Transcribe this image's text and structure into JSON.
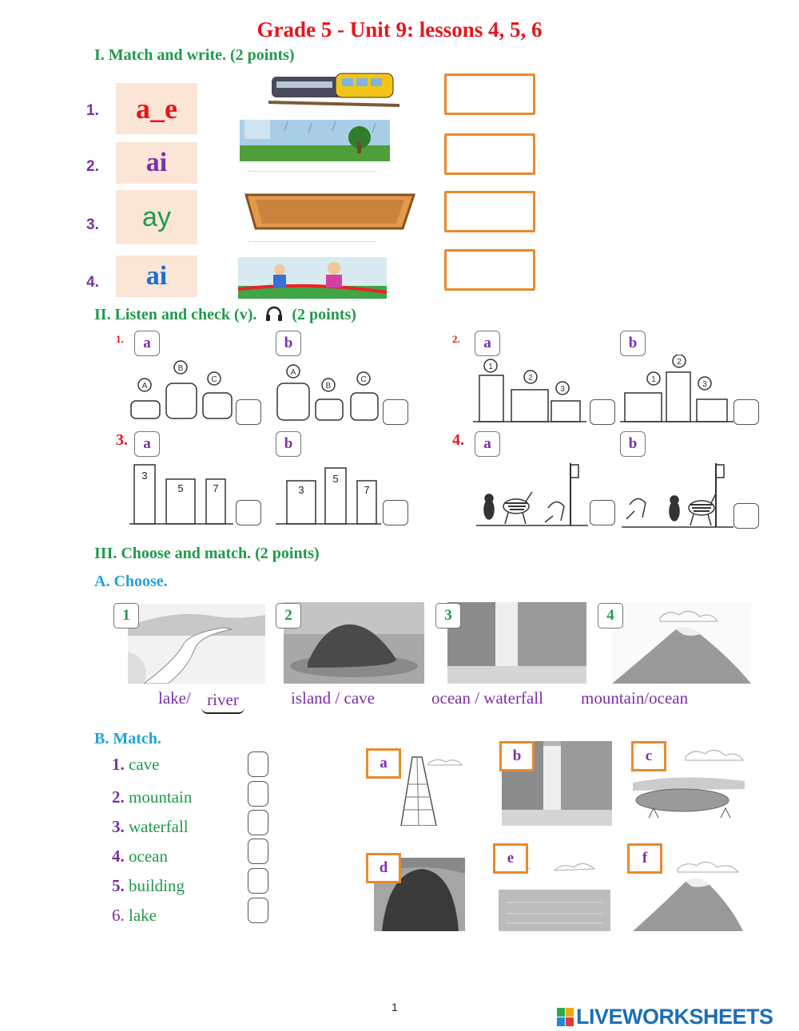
{
  "title": "Grade 5 - Unit 9: lessons 4, 5, 6",
  "section1": {
    "heading": "I. Match and write. (2 points)",
    "rows": [
      {
        "num": "1.",
        "pattern": "a_e",
        "color": "#e8151c",
        "picture": "train-image"
      },
      {
        "num": "2.",
        "pattern": "ai",
        "color": "#7b2fa6",
        "picture": "rain-landscape-image"
      },
      {
        "num": "3.",
        "pattern": "ay",
        "color": "#1f9a4a",
        "picture": "tray-image"
      },
      {
        "num": "4.",
        "pattern": "ai",
        "color": "#1a6fd1",
        "picture": "race-children-image"
      }
    ]
  },
  "section2": {
    "heading": "II. Listen and check (v).",
    "headphones_icon": "headphones-icon",
    "points": "(2 points)",
    "q1": {
      "num": "1.",
      "opt_a": "a",
      "opt_b": "b",
      "labels_a": [
        "A",
        "B",
        "C"
      ],
      "labels_b": [
        "A",
        "B",
        "C"
      ]
    },
    "q2": {
      "num": "2.",
      "opt_a": "a",
      "opt_b": "b",
      "labels_a": [
        "1",
        "2",
        "3"
      ],
      "labels_b": [
        "1",
        "2",
        "3"
      ]
    },
    "q3": {
      "num": "3.",
      "opt_a": "a",
      "opt_b": "b",
      "doors_a": [
        "3",
        "5",
        "7"
      ],
      "doors_b": [
        "3",
        "5",
        "7"
      ]
    },
    "q4": {
      "num": "4.",
      "opt_a": "a",
      "opt_b": "b"
    }
  },
  "section3": {
    "heading": "III. Choose and match. (2 points)",
    "partA": {
      "heading": "A. Choose.",
      "items": [
        {
          "num": "1",
          "option1": "lake/",
          "option2": "river"
        },
        {
          "num": "2",
          "options": "island / cave"
        },
        {
          "num": "3",
          "options": "ocean / waterfall"
        },
        {
          "num": "4",
          "options": "mountain/ocean"
        }
      ]
    },
    "partB": {
      "heading": "B. Match.",
      "items": [
        {
          "num": "1.",
          "word": "cave"
        },
        {
          "num": "2.",
          "word": "mountain"
        },
        {
          "num": "3.",
          "word": "waterfall"
        },
        {
          "num": "4.",
          "word": "ocean"
        },
        {
          "num": "5.",
          "word": "building"
        },
        {
          "num": "6.",
          "word": "lake"
        }
      ],
      "pictures": [
        "a",
        "b",
        "c",
        "d",
        "e",
        "f"
      ]
    }
  },
  "footer": {
    "page": "1",
    "brand": "LIVEWORKSHEETS"
  }
}
